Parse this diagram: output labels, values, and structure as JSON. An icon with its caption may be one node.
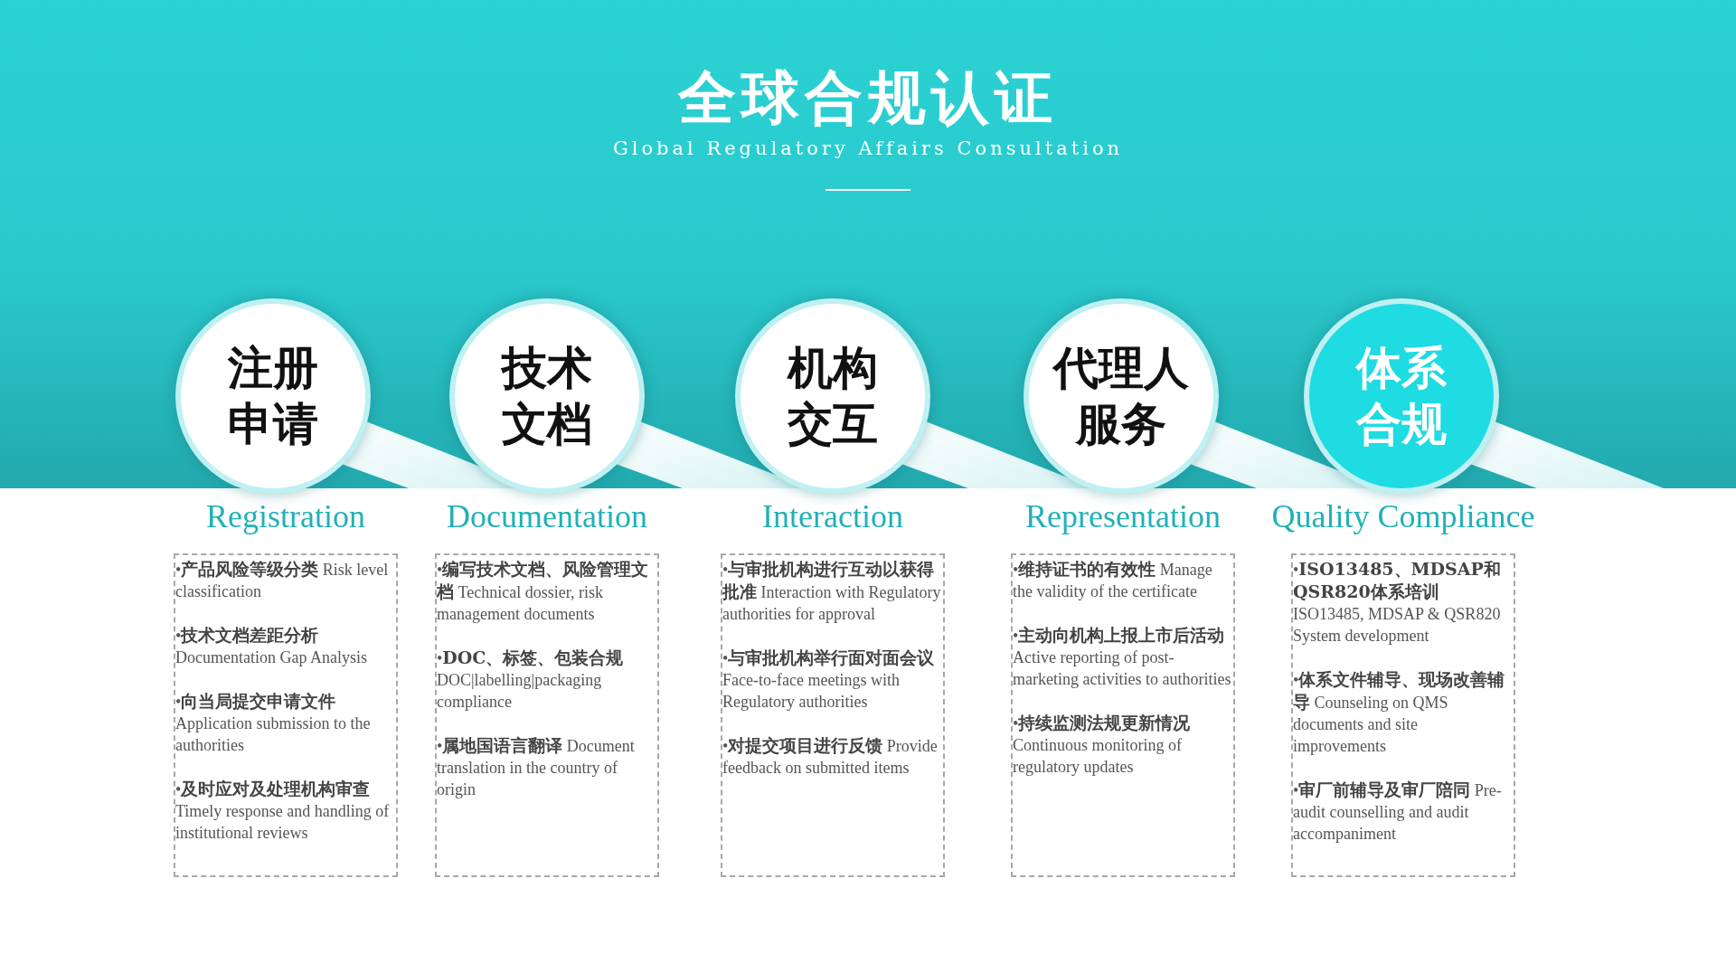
{
  "diagram": {
    "title": "全球合规认证",
    "nodes": [
      {
        "text": [
          "注册申请"
        ]
      },
      {
        "text": [
          "技术文档"
        ]
      },
      {
        "text": [
          "机构交互"
        ]
      },
      {
        "text": [
          "代理人服务"
        ]
      },
      {
        "text": [
          "体系合规"
        ]
      },
      {
        "text": [
          "Registration",
          "•**产品风险等级分类** Risk level classification",
          "•**技术文档差距分析** Documentation Gap Analysis",
          "•**向当局提交申请文件** Application submission to the authorities",
          "•**及时应对及处理机构审查** Timely response and handling of institutional reviews"
        ]
      },
      {
        "text": [
          "Documentation",
          "•**编写技术文档、风险管理文档** Technical dossier, risk management documents",
          "•**DOC、标签、包装合规** DOC|labelling|packaging compliance",
          "•**属地国语言翻译** Document translation in the country of origin"
        ]
      },
      {
        "text": [
          "Interaction",
          "•**与审批机构进行互动以获得批准** Interaction with Regulatory authorities for approval",
          "•**与审批机构举行面对面会议** Face-to-face meetings with Regulatory authorities",
          "•**对提交项目进行反馈** Provide feedback on submitted items"
        ]
      },
      {
        "text": [
          "Representation",
          "•**维持证书的有效性** Manage the validity of the certificate",
          "•**主动向机构上报上市后活动** Active reporting of post-marketing activities to authorities",
          "•**持续监测法规更新情况** Continuous monitoring of regulatory updates"
        ]
      },
      {
        "text": [
          "Quality Compliance",
          "•**ISO13485、MDSAP和QSR820体系培训** ISO13485, MDSAP & QSR820 System development",
          "•**体系文件辅导、现场改善辅导** Counseling on QMS documents and site improvements",
          "•**审厂前辅导及审厂陪同** Pre-audit counselling and audit accompaniment"
        ]
      }
    ],
    "labels": [
      "Global Regulatory Affairs Consultation"
    ]
  }
}
